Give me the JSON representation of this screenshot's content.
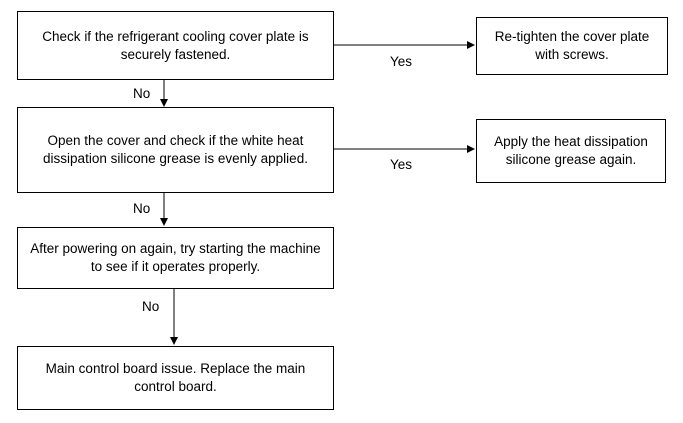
{
  "flowchart": {
    "steps": [
      {
        "text": "Check if the refrigerant cooling cover plate is securely fastened."
      },
      {
        "text": "Open the cover and check if the white heat dissipation silicone grease is evenly applied."
      },
      {
        "text": "After powering on again, try starting the machine to see if it operates properly."
      },
      {
        "text": "Main control board issue. Replace the main control board."
      }
    ],
    "actions": [
      {
        "text": "Re-tighten the cover plate with screws."
      },
      {
        "text": "Apply the heat dissipation silicone grease again."
      }
    ],
    "labels": {
      "yes_1": "Yes",
      "yes_2": "Yes",
      "no_1": "No",
      "no_2": "No",
      "no_3": "No"
    }
  }
}
